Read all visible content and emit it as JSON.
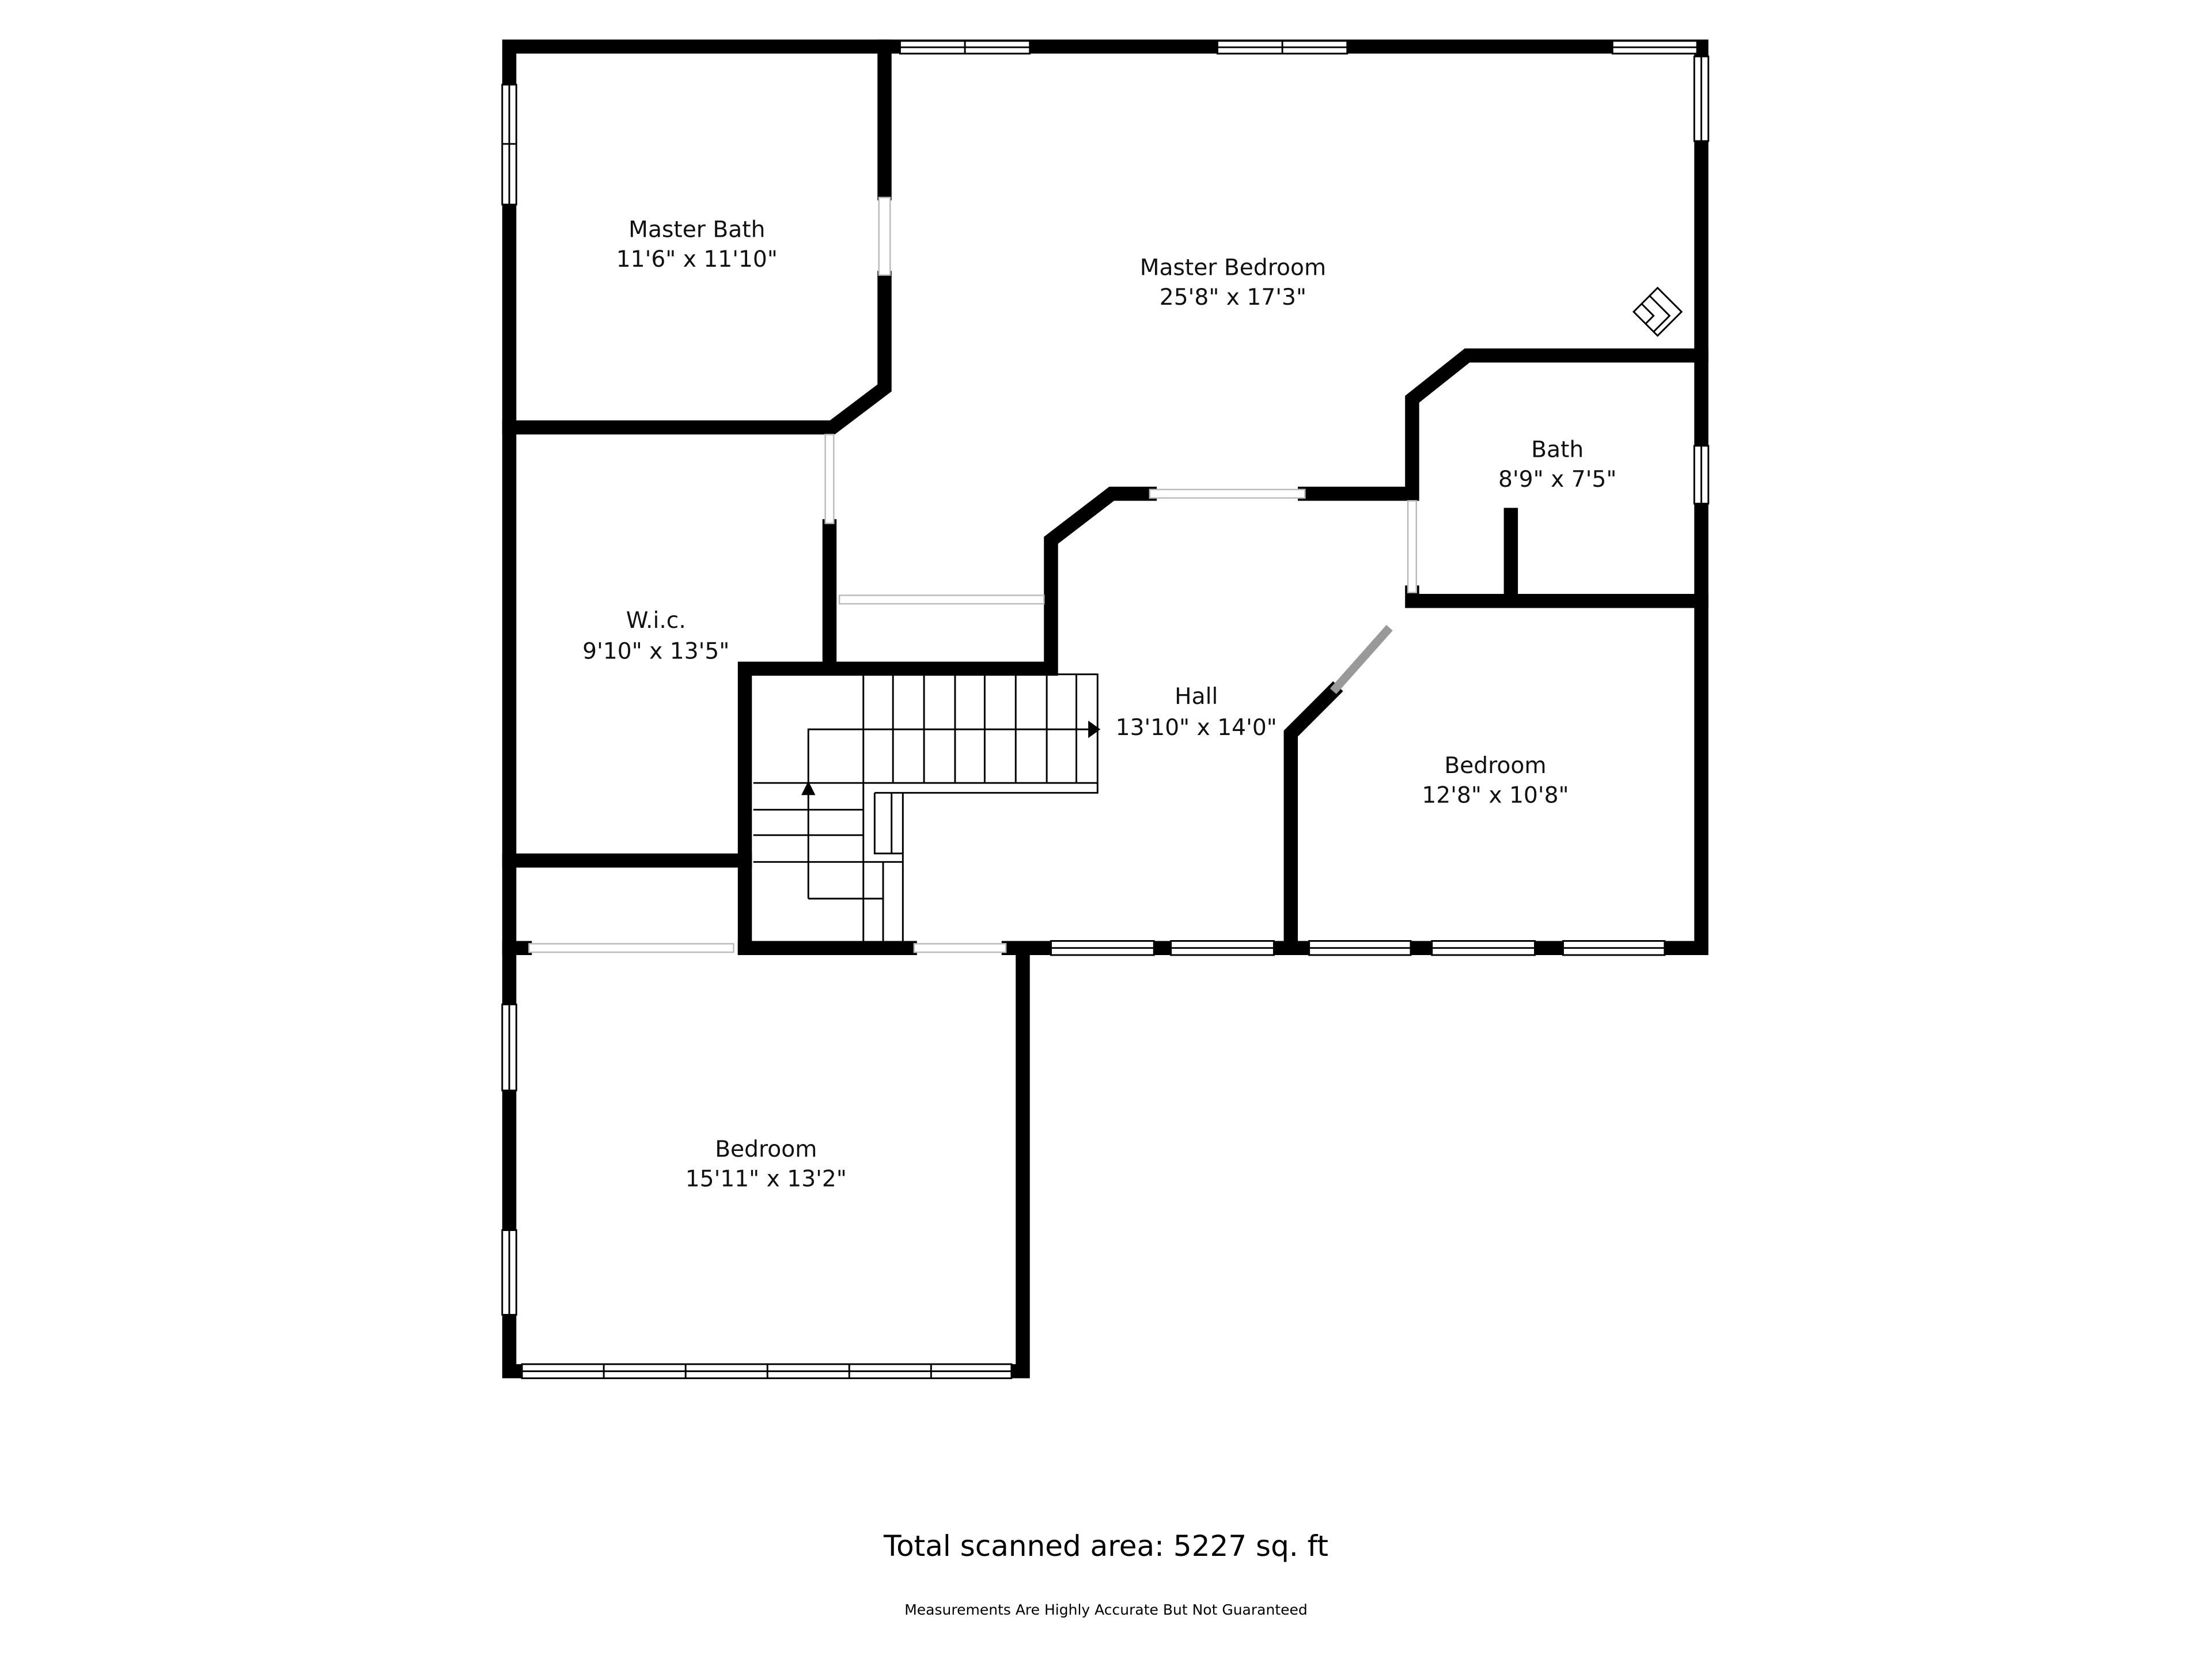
{
  "rooms": [
    {
      "name": "Master Bath",
      "size": "11'6\" x 11'10\""
    },
    {
      "name": "Master Bedroom",
      "size": "25'8\" x 17'3\""
    },
    {
      "name": "Bath",
      "size": "8'9\" x 7'5\""
    },
    {
      "name": "W.i.c.",
      "size": "9'10\" x 13'5\""
    },
    {
      "name": "Hall",
      "size": "13'10\" x 14'0\""
    },
    {
      "name": "Bedroom",
      "size": "12'8\" x 10'8\""
    },
    {
      "name": "Bedroom",
      "size": "15'11\" x 13'2\""
    }
  ],
  "footer": {
    "total": "Total scanned area: 5227 sq. ft",
    "disclaimer": "Measurements Are Highly Accurate But Not Guaranteed"
  },
  "icons": {
    "fireplace": "fireplace-icon",
    "stairs": "stairs-icon"
  }
}
